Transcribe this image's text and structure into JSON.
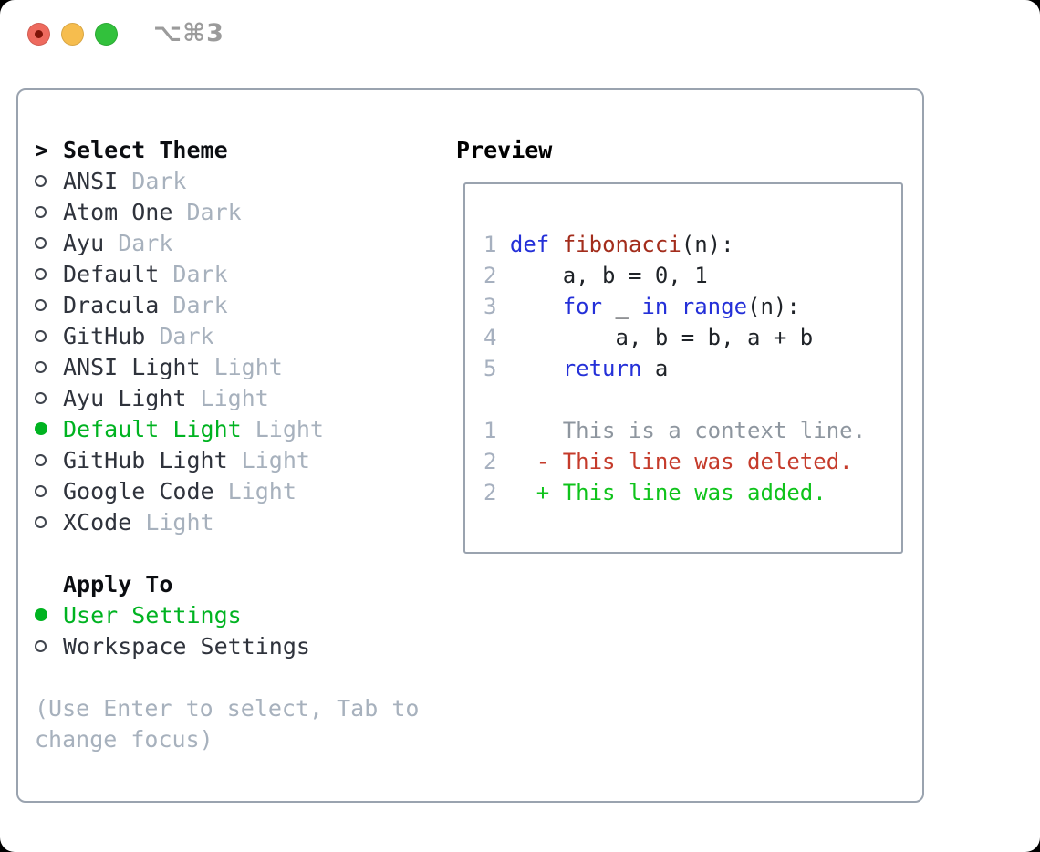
{
  "window": {
    "title": "⌥⌘3",
    "traffic_lights": [
      "close-button",
      "minimize-button",
      "zoom-button"
    ]
  },
  "colors": {
    "backdrop": "#000000",
    "window_bg": "#ffffff",
    "traffic_red": "#ee6a5e",
    "traffic_red_dot": "#7f1408",
    "traffic_yellow": "#f6bd4e",
    "traffic_green": "#32c13c",
    "title_gray": "#9b9b9b",
    "panel_border": "#9aa3af",
    "text_black": "#0b0d11",
    "text_dark": "#2f333c",
    "text_muted": "#a7b1bd",
    "accent_green": "#00b321",
    "radio_outline": "#40454e",
    "line_number": "#a6b0bf",
    "code_plain": "#1f2328",
    "code_keyword": "#2430d8",
    "code_function": "#a32d1c",
    "diff_context": "#8e969f",
    "diff_deleted": "#c53b2b",
    "diff_added": "#0fc31b"
  },
  "theme_panel": {
    "caret": ">",
    "title": "Select Theme",
    "themes": [
      {
        "name": "ANSI",
        "variant": "Dark",
        "selected": false
      },
      {
        "name": "Atom One",
        "variant": "Dark",
        "selected": false
      },
      {
        "name": "Ayu",
        "variant": "Dark",
        "selected": false
      },
      {
        "name": "Default",
        "variant": "Dark",
        "selected": false
      },
      {
        "name": "Dracula",
        "variant": "Dark",
        "selected": false
      },
      {
        "name": "GitHub",
        "variant": "Dark",
        "selected": false
      },
      {
        "name": "ANSI Light",
        "variant": "Light",
        "selected": false
      },
      {
        "name": "Ayu Light",
        "variant": "Light",
        "selected": false
      },
      {
        "name": "Default Light",
        "variant": "Light",
        "selected": true
      },
      {
        "name": "GitHub Light",
        "variant": "Light",
        "selected": false
      },
      {
        "name": "Google Code",
        "variant": "Light",
        "selected": false
      },
      {
        "name": "XCode",
        "variant": "Light",
        "selected": false
      }
    ],
    "apply_to": {
      "title": "Apply To",
      "options": [
        {
          "label": "User Settings",
          "selected": true
        },
        {
          "label": "Workspace Settings",
          "selected": false
        }
      ]
    },
    "hint_lines": [
      "(Use Enter to select, Tab to",
      "change focus)"
    ]
  },
  "preview": {
    "title": "Preview",
    "code_lines": [
      {
        "num": "1",
        "tokens": [
          [
            "kw",
            "def"
          ],
          [
            "plain",
            " "
          ],
          [
            "fn",
            "fibonacci"
          ],
          [
            "plain",
            "(n):"
          ]
        ]
      },
      {
        "num": "2",
        "tokens": [
          [
            "plain",
            "    a, b = 0, 1"
          ]
        ]
      },
      {
        "num": "3",
        "tokens": [
          [
            "plain",
            "    "
          ],
          [
            "kw",
            "for"
          ],
          [
            "plain",
            " _ "
          ],
          [
            "kw",
            "in"
          ],
          [
            "plain",
            " "
          ],
          [
            "kw",
            "range"
          ],
          [
            "plain",
            "(n):"
          ]
        ]
      },
      {
        "num": "4",
        "tokens": [
          [
            "plain",
            "        a, b = b, a + b"
          ]
        ]
      },
      {
        "num": "5",
        "tokens": [
          [
            "plain",
            "    "
          ],
          [
            "kw",
            "return"
          ],
          [
            "plain",
            " a"
          ]
        ]
      },
      {
        "num": "",
        "tokens": []
      },
      {
        "num": "1",
        "tokens": [
          [
            "ctx",
            "    This is a context line."
          ]
        ]
      },
      {
        "num": "2",
        "tokens": [
          [
            "del",
            "  - This line was deleted."
          ]
        ]
      },
      {
        "num": "2",
        "tokens": [
          [
            "add",
            "  + This line was added."
          ]
        ]
      }
    ]
  }
}
